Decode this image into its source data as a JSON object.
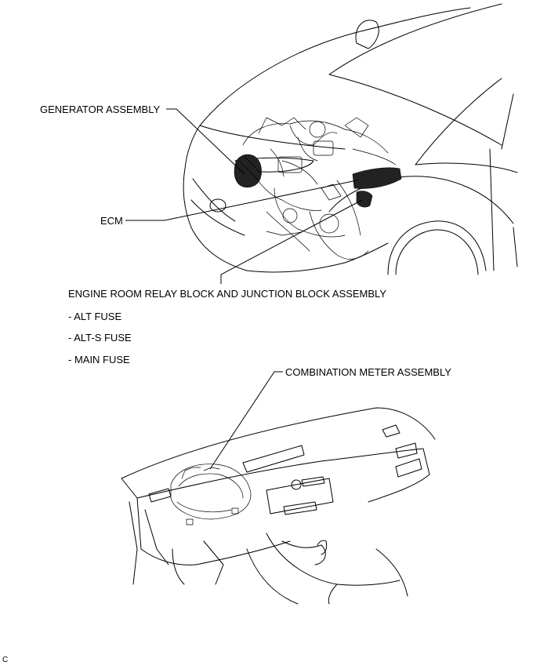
{
  "labels": {
    "generator": "GENERATOR ASSEMBLY",
    "ecm": "ECM",
    "relay_block": "ENGINE ROOM RELAY BLOCK AND JUNCTION BLOCK ASSEMBLY",
    "fuses": [
      "- ALT FUSE",
      "- ALT-S FUSE",
      "- MAIN FUSE"
    ],
    "combination_meter": "COMBINATION METER ASSEMBLY"
  },
  "figure_code": "C"
}
